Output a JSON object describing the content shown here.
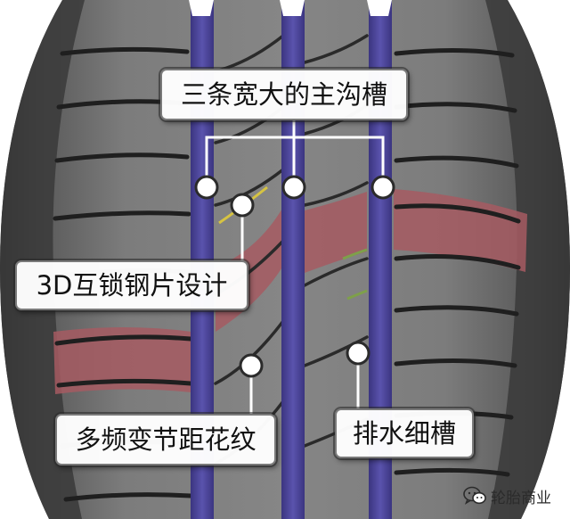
{
  "callouts": {
    "main_grooves": "三条宽大的主沟槽",
    "sipes_3d": "3D互锁钢片设计",
    "variable_pitch": "多频变节距花纹",
    "drainage_grooves": "排水细槽"
  },
  "watermark": {
    "icon": "wechat-icon",
    "text": "轮胎商业"
  },
  "colors": {
    "tread_rubber": "#777777",
    "main_groove_blue": "#4a4499",
    "pitch_band_red": "#a65a62",
    "sipe_yellow": "#d6c342",
    "sipe_green": "#7ea04a",
    "callout_bg": "#ffffff",
    "leader_line": "#ffffff"
  }
}
